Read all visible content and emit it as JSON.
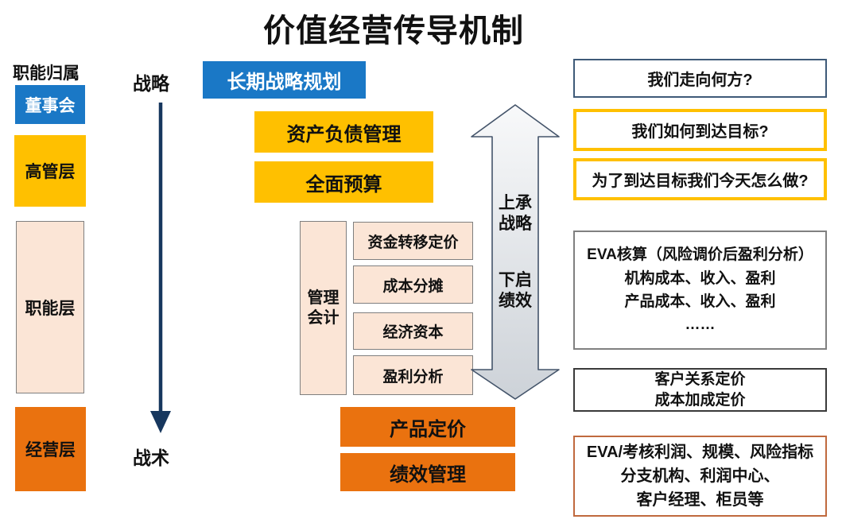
{
  "title": "价值经营传导机制",
  "left_column": {
    "header": "职能归属",
    "items": [
      {
        "label": "董事会",
        "color": "#1A78C6"
      },
      {
        "label": "高管层",
        "color": "#FFC000"
      },
      {
        "label": "职能层",
        "color": "#FBE5D6"
      },
      {
        "label": "经营层",
        "color": "#EA720F"
      }
    ]
  },
  "axis": {
    "top_label": "战略",
    "bottom_label": "战术",
    "arrow_color": "#17375E"
  },
  "flow": {
    "long_term_planning": "长期战略规划",
    "asset_liability_mgmt": "资产负债管理",
    "total_budget": "全面预算",
    "management_accounting": {
      "lines": [
        "管理",
        "会计"
      ],
      "items": [
        "资金转移定价",
        "成本分摊",
        "经济资本",
        "盈利分析"
      ]
    },
    "product_pricing": "产品定价",
    "performance_mgmt": "绩效管理"
  },
  "transmission_arrow": {
    "top_lines": [
      "上承",
      "战略"
    ],
    "bottom_lines": [
      "下启",
      "绩效"
    ],
    "fill_top": "#F8F9FA",
    "fill_bottom": "#CDD2D8",
    "border": "#44546A"
  },
  "right_column": {
    "boxes": [
      {
        "lines": [
          "我们走向何方?"
        ],
        "border": "#3E5A78"
      },
      {
        "lines": [
          "我们如何到达目标?"
        ],
        "border": "#FFC000"
      },
      {
        "lines": [
          "为了到达目标我们今天怎么做?"
        ],
        "border": "#FFC000"
      },
      {
        "lines": [
          "EVA核算（风险调价后盈利分析）",
          "机构成本、收入、盈利",
          "产品成本、收入、盈利",
          "……"
        ],
        "border": "#808080"
      },
      {
        "lines": [
          "客户关系定价",
          "成本加成定价"
        ],
        "border": "#3A3A3A"
      },
      {
        "lines": [
          "EVA/考核利润、规模、风险指标",
          "分支机构、利润中心、",
          "客户经理、柜员等"
        ],
        "border": "#C0693E"
      }
    ]
  },
  "colors": {
    "blue": "#1A78C6",
    "gold": "#FFC000",
    "peach": "#FBE5D6",
    "orange": "#EA720F",
    "navy": "#17375E",
    "gray_border": "#7F7F7F"
  }
}
